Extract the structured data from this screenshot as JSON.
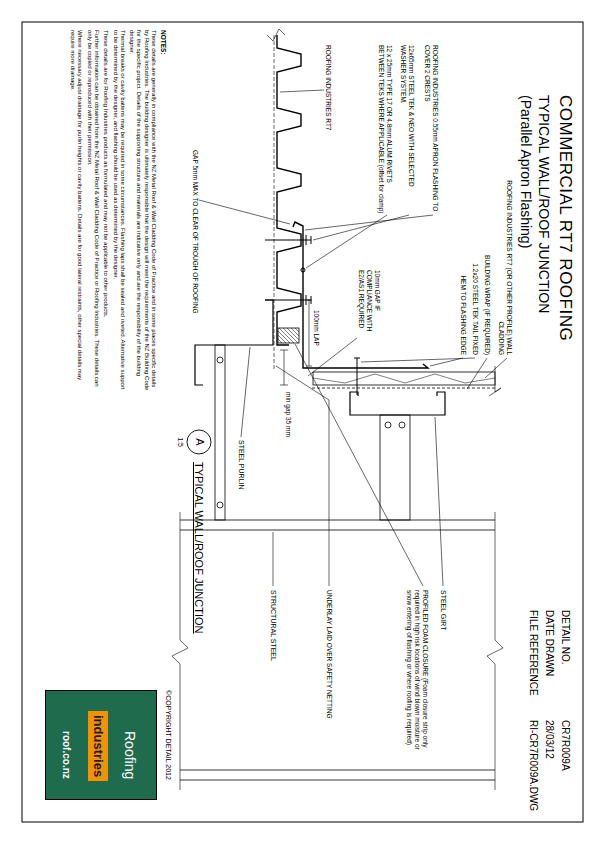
{
  "diagram": {
    "title": "COMMERCIAL RT7 ROOFING",
    "caption": "TYPICAL WALL/ROOF JUNCTION",
    "nodes": [
      {
        "text": [
          "A",
          "1:5"
        ]
      },
      {
        "text": [
          "Roofing",
          "industries",
          "roof.co.nz"
        ]
      }
    ],
    "labels": [
      "TYPICAL WALL/ROOF JUNCTION",
      "(Parallel Apron Flashing)",
      "DETAIL NO.",
      "CR7R009A",
      "DATE DRAWN",
      "28/03/12",
      "FILE REFERENCE",
      "RI-CR7R009A.DWG",
      "ROOFING INDUSTRIES RT7 (OR OTHER PROFILE) WALL CLADDING",
      "BUILDING WRAP (IF REQUIRED)",
      "1.2x20 STEEL TEK TAIL FIXED",
      "HEM TO FLASHING EDGE",
      "ROOFING INDUSTRIES 0.55mm APRON FLASHING TO COVER 2 CRESTS",
      "12x65mm STEEL TEK & NEO WITH SELECTED WASHER SYSTEM.",
      "12 x 25mm TYPE 17 OR 4.8mm ALUM RIVETS BETWEEN TEKS WHERE APPLICABLE (offset for clamp)",
      "ROOFING INDUSTRIES RT7",
      "10mm GAP IF COMPLIANCE WITH E2/AS1 REQUIRED",
      "100mm LAP",
      "min gap 35 mm",
      "STEEL GIRT",
      "PROFILED FOAM CLOSURE (Foam closure strip only required in high risk locations of wind blown moisture or snow entering of flashing or where roofing is required)",
      "UNDERLAY LAID OVER SAFETY NETTING",
      "STRUCTURAL STEEL",
      "STEEL PURLIN",
      "GAP 5mm MAX TO CLEAR OF TROUGH OF ROOFING",
      "NOTES:",
      "These details are generally in compliance with the NZ Metal Roof & Wall Cladding Code of Practice and in some places specific details by Roofing Industries. The building designer is ultimately responsible that the design will meet the requirements of the NZ Building Code for the specific project. Details of the supporting structure and materials are indicative only and are the responsibility of the building designer.",
      "Thermal breaks or cavity battens may be required in some circumstances. Flashing laps shall be sealed and riveted. Alternative support to be determined by the designer, and flashing should be used as determined by the designer.",
      "These details are for Roofing Industries products as formulated and may not be applicable to other products.",
      "Further information can be obtained from the NZ Metal Roof & Wall Cladding Code of Practice or Roofing Industries. These details can only be copied or reproduced with their permission.",
      "Where necessary adjust drainage for purlin heights or cavity battens. Details are for good lateral restraints, other special details may require more drainage.",
      "©COPYRIGHT DETAIL 2012"
    ]
  }
}
